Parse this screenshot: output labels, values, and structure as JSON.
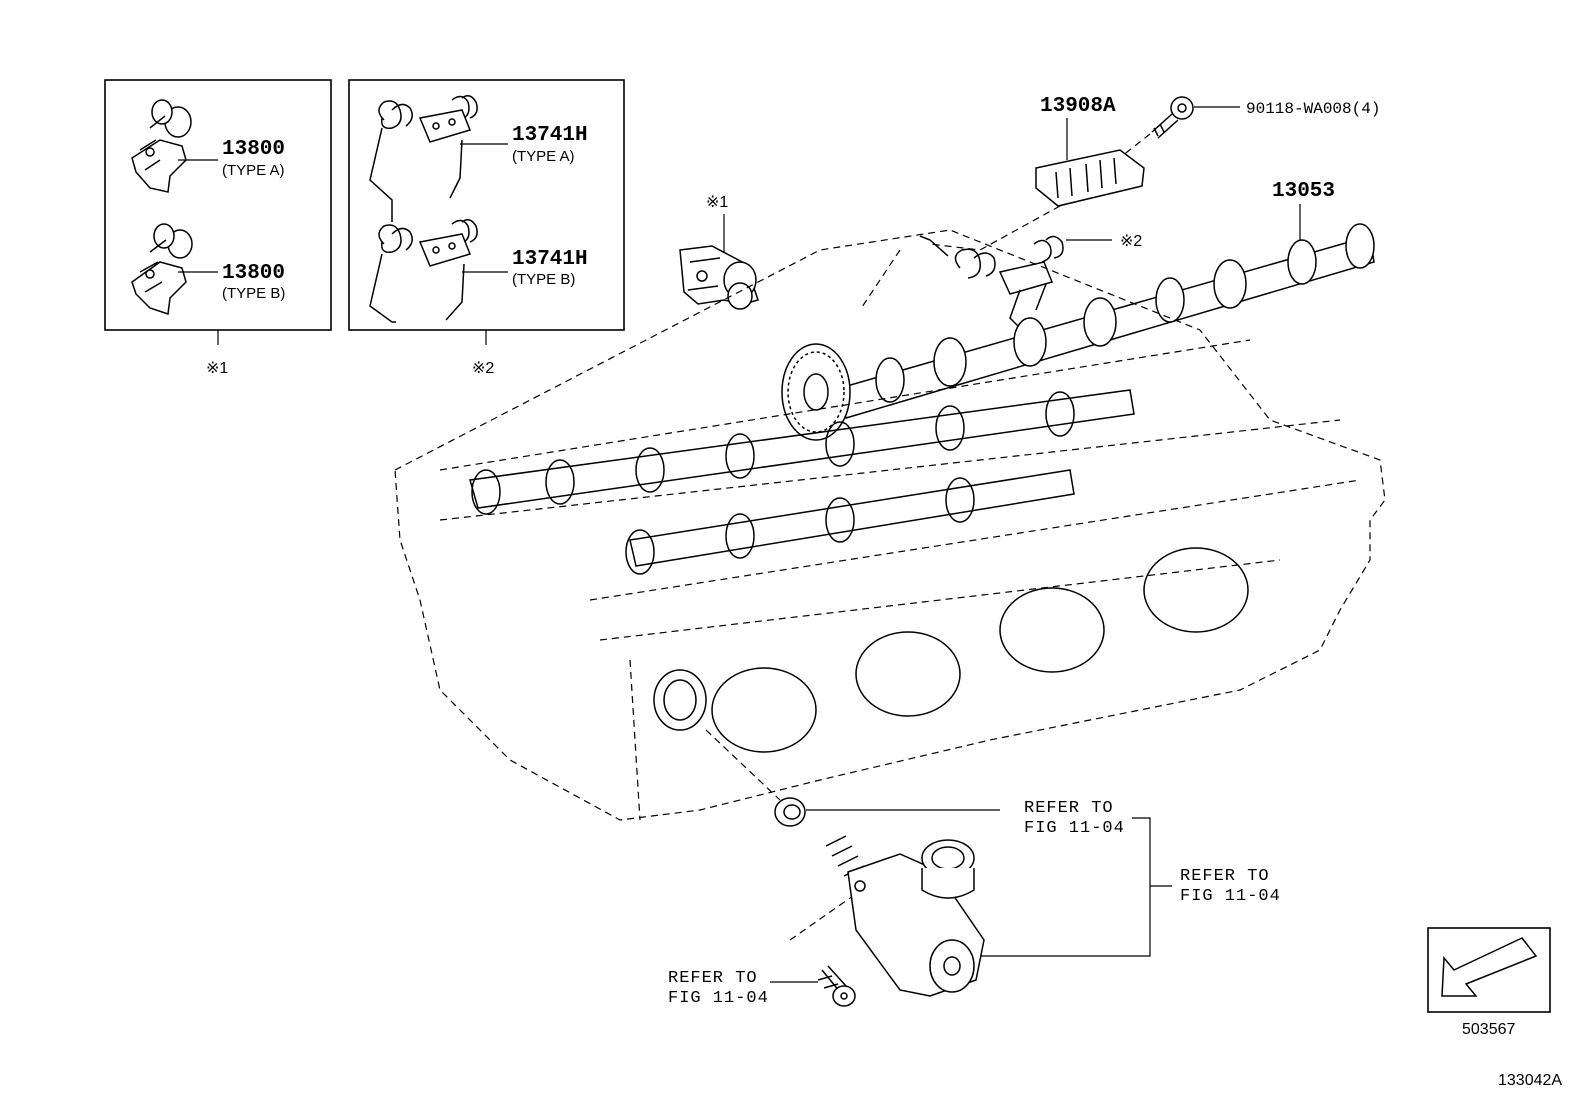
{
  "inset_box_1": {
    "part_a_number": "13800",
    "part_a_type": "(TYPE A)",
    "part_b_number": "13800",
    "part_b_type": "(TYPE B)",
    "footnote": "※1"
  },
  "inset_box_2": {
    "part_a_number": "13741H",
    "part_a_type": "(TYPE A)",
    "part_b_number": "13741H",
    "part_b_type": "(TYPE B)",
    "footnote": "※2"
  },
  "callouts": {
    "note_1": "※1",
    "note_2": "※2",
    "rocker_cover_part": "13908A",
    "bolt_part": "90118-WA008(4)",
    "camshaft_part": "13053"
  },
  "references": {
    "seal_ref_line1": "REFER TO",
    "seal_ref_line2": "FIG 11-04",
    "pump_ref_line1": "REFER TO",
    "pump_ref_line2": "FIG 11-04",
    "bolt_ref_line1": "REFER TO",
    "bolt_ref_line2": "FIG 11-04"
  },
  "direction_code": "503567",
  "figure_code": "133042A"
}
